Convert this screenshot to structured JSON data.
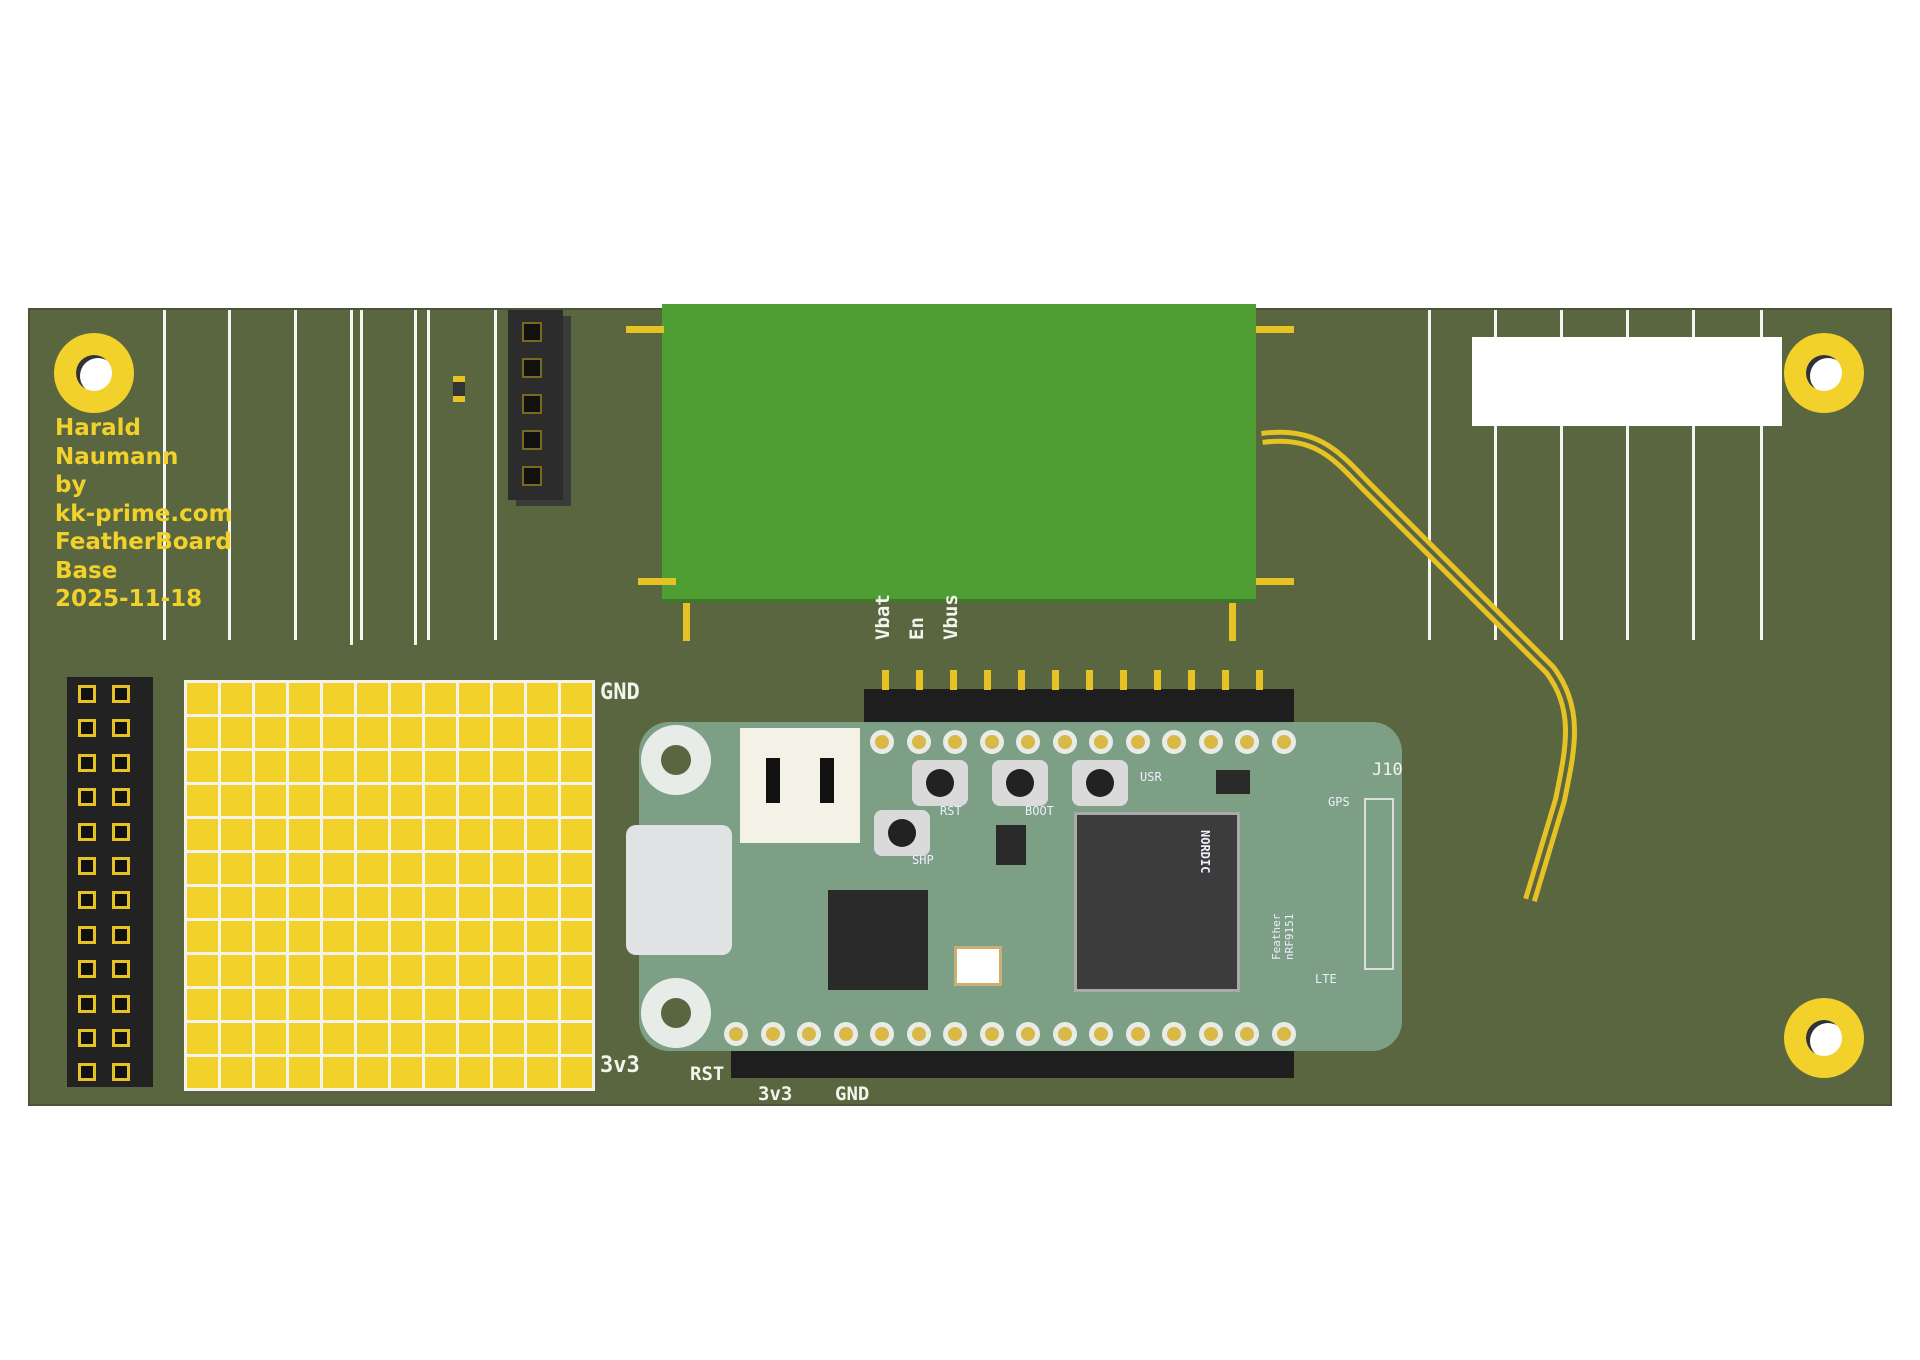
{
  "credit": {
    "lines": [
      "Harald",
      "Naumann",
      "by",
      "kk-prime.com",
      "FeatherBoard",
      "Base",
      "2025-11-18"
    ]
  },
  "silkscreen": {
    "gnd_right": "GND",
    "v33_right": "3v3",
    "vbat": "Vbat",
    "en": "En",
    "vbus": "Vbus",
    "rst_bottom": "RST",
    "v33_bottom": "3v3",
    "gnd_bottom": "GND",
    "j10": "J10"
  },
  "feather": {
    "btn_rst": "RST",
    "btn_boot": "BOOT",
    "btn_usr": "USR",
    "btn_shp": "SHP",
    "gps": "GPS",
    "lte": "LTE",
    "nordic": "NORDIC",
    "name": "Feather nRF9151"
  },
  "colors": {
    "pcb": "#5a6640",
    "gold": "#f2d22a",
    "module": "#4f9e34",
    "feather": "#7c9f86"
  }
}
